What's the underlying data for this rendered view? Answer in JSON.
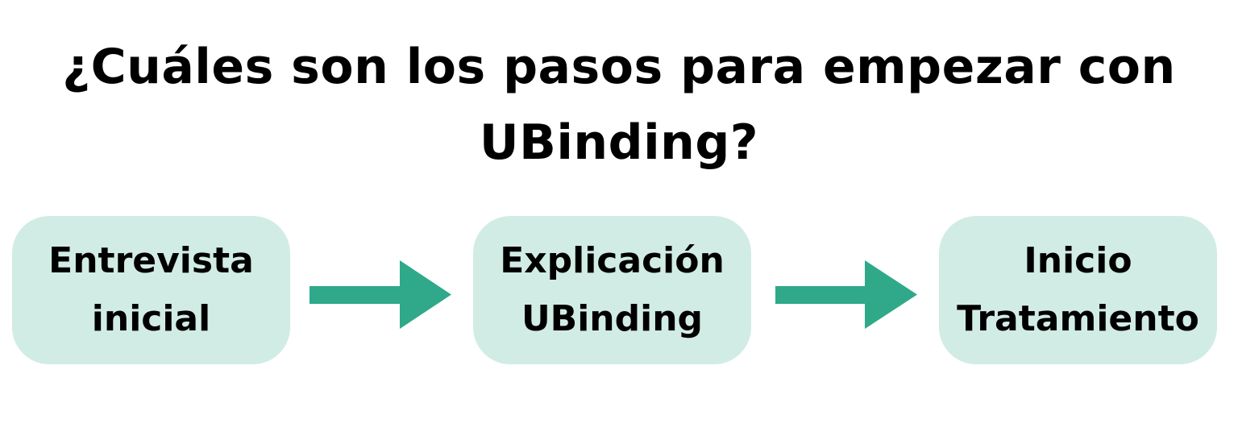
{
  "title": {
    "line1": "¿Cuáles son los pasos para empezar con",
    "line2": "UBinding?"
  },
  "colors": {
    "box_fill": "#d1ece4",
    "arrow_fill": "#2fa98a",
    "text": "#000000",
    "background": "#ffffff"
  },
  "steps": [
    {
      "line1": "Entrevista",
      "line2": "inicial"
    },
    {
      "line1": "Explicación",
      "line2": "UBinding"
    },
    {
      "line1": "Inicio",
      "line2": "Tratamiento"
    }
  ],
  "arrows": [
    {
      "icon": "right-arrow-icon"
    },
    {
      "icon": "right-arrow-icon"
    }
  ]
}
